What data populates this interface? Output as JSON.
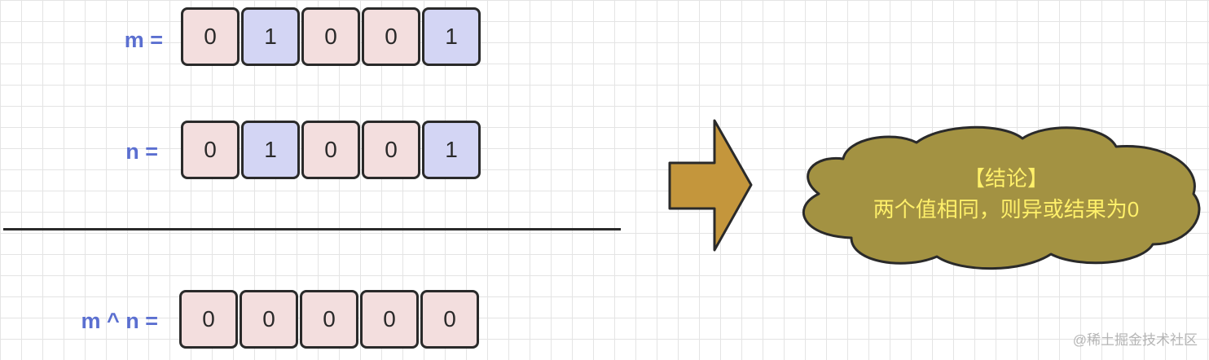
{
  "rows": [
    {
      "label": "m =",
      "bits": [
        "0",
        "1",
        "0",
        "0",
        "1"
      ]
    },
    {
      "label": "n =",
      "bits": [
        "0",
        "1",
        "0",
        "0",
        "1"
      ]
    },
    {
      "label": "m ^ n =",
      "bits": [
        "0",
        "0",
        "0",
        "0",
        "0"
      ]
    }
  ],
  "conclusion": {
    "title": "【结论】",
    "text": "两个值相同，则异或结果为0"
  },
  "watermark": "@稀土掘金技术社区",
  "colors": {
    "label": "#5b6fd0",
    "cell_zero": "#f3dede",
    "cell_one": "#d3d5f4",
    "arrow": "#c4963c",
    "cloud": "#a39242",
    "cloud_text": "#fff06a"
  }
}
